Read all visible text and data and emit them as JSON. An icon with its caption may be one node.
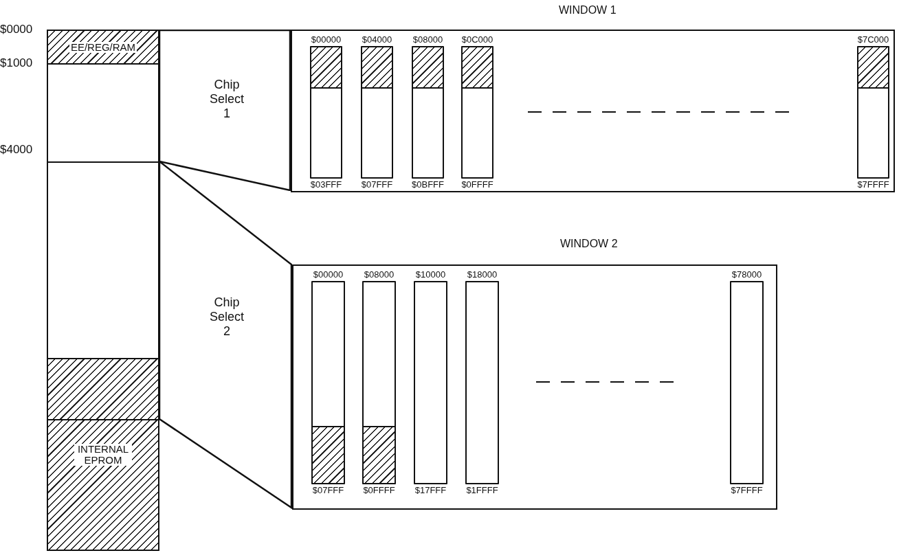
{
  "diagram": {
    "nodes": [
      {
        "text": [
          "EE/REG/RAM"
        ]
      },
      {
        "text": [],
        "shape": "box"
      },
      {
        "text": [],
        "shape": "box"
      },
      {
        "text": [],
        "shape": "box"
      },
      {
        "text": [
          "INTERNAL EPROM"
        ]
      },
      {
        "text": [
          "Chip Select 1"
        ]
      },
      {
        "text": [
          "WINDOW 1"
        ]
      },
      {
        "text": [],
        "shape": "bar",
        "in": 6,
        "beside": [
          "$00000",
          "$03FFF"
        ]
      },
      {
        "text": [],
        "shape": "bar",
        "in": 6,
        "beside": [
          "$04000",
          "$07FFF"
        ]
      },
      {
        "text": [],
        "shape": "bar",
        "in": 6,
        "beside": [
          "$08000",
          "$0BFFF"
        ]
      },
      {
        "text": [],
        "shape": "bar",
        "in": 6,
        "beside": [
          "$0C000",
          "$0FFFF"
        ]
      },
      {
        "text": [],
        "shape": "bar",
        "in": 6,
        "beside": [
          "$7C000",
          "$7FFFF"
        ]
      },
      {
        "text": [
          "Chip Select 2"
        ]
      },
      {
        "text": [
          "WINDOW 2"
        ]
      },
      {
        "text": [],
        "shape": "bar",
        "in": 13,
        "beside": [
          "$00000",
          "$07FFF"
        ]
      },
      {
        "text": [],
        "shape": "bar",
        "in": 13,
        "beside": [
          "$08000",
          "$0FFFF"
        ]
      },
      {
        "text": [],
        "shape": "bar",
        "in": 13,
        "beside": [
          "$10000",
          "$17FFF"
        ]
      },
      {
        "text": [],
        "shape": "bar",
        "in": 13,
        "beside": [
          "$18000",
          "$1FFFF"
        ]
      },
      {
        "text": [],
        "shape": "bar",
        "in": 13,
        "beside": [
          "$78000",
          "$7FFFF"
        ]
      }
    ],
    "labels": [
      "$0000",
      "$1000",
      "$4000"
    ]
  }
}
